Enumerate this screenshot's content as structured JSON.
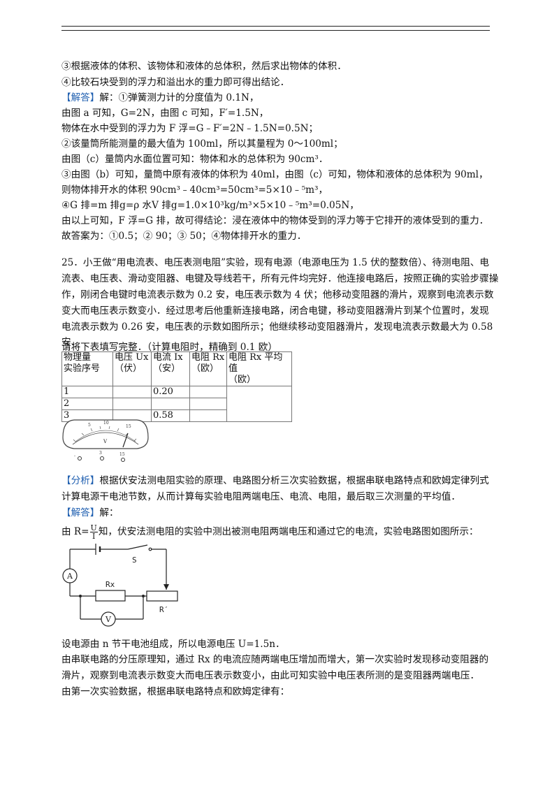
{
  "lines": {
    "l1": "③根据液体的体积、该物体和液体的总体积，然后求出物体的体积．",
    "l2": "④比较石块受到的浮力和溢出水的重力即可得出结论．",
    "l3_tag": "【解答】",
    "l3": "解：①弹簧测力计的分度值为 0.1N，",
    "l4": "由图 a 可知，G=2N，由图 c 可知，F′=1.5N，",
    "l5": "物体在水中受到的浮力为 F 浮=G﹣F′=2N﹣1.5N=0.5N；",
    "l6": "②该量筒所能测量的最大值为 100ml，所以其量程为 0～100ml；",
    "l7": "由图（c）量筒内水面位置可知：物体和水的总体积为 90cm³．",
    "l8": "③由图（b）可知，量筒中原有液体的体积为 40ml，由图（c）可知，物体和液体的总体积为 90ml，",
    "l9": "则物体排开水的体积 90cm³﹣40cm³=50cm³=5×10﹣⁵m³，",
    "l10": "④G 排=m 排g=ρ 水V 排g=1.0×10³kg/m³×5×10﹣⁵m³=0.05N，",
    "l11": "由以上可知，F 浮=G 排，故可得结论：浸在液体中的物体受到的浮力等于它排开的液体受到的重力．",
    "l12": "故答案为：①0.5；② 90；③ 50；④物体排开水的重力．",
    "q1": "25．小王做“用电流表、电压表测电阻”实验，现有电源（电源电压为 1.5 伏的整数倍）、待测电阻、电",
    "q2": "流表、电压表、滑动变阻器、电键及导线若干，所有元件均完好．他连接电路后，按照正确的实验步骤操",
    "q3": "作，刚闭合电键时电流表示数为 0.2 安，电压表示数为 4 伏；他移动变阻器的滑片，观察到电流表示数",
    "q4": "变大而电压表示数变小．经过思考后他重新连接电路，闭合电键，移动变阻器滑片到某个位置时，发现",
    "q5": "电流表示数为 0.26 安，电压表的示数如图所示；他继续移动变阻器滑片，发现电流表示数最大为 0.58",
    "q6": "安．",
    "q7": "请将下表填写完整．（计算电阻时，精确到 0.1 欧）",
    "a1_tag": "【分析】",
    "a1": "根据伏安法测电阻实验的原理、电路图分析三次实验数据，根据串联电路特点和欧姆定律列式",
    "a2": "计算电源干电池节数，从而计算每实验电阻两端电压、电流、电阻，最后取三次测量的平均值．",
    "a3_tag": "【解答】",
    "a3": "解：",
    "a4_pre": "由 R=",
    "a4_num": "U",
    "a4_den": "I",
    "a4_post": "知，伏安法测电阻的实验中测出被测电阻两端电压和通过它的电流，实验电路图如图所示：",
    "b1": "设电源由 n 节干电池组成，所以电源电压 U=1.5n．",
    "b2": "由串联电路的分压原理知，通过 Rx 的电流应随两端电压增加而增大，第一次实验时发现移动变阻器的",
    "b3": "滑片，观察到电流表示数变大而电压表示数变小，由此可知实验中电压表所测的是变阻器两端电压．",
    "b4": "由第一次实验数据，根据串联电路特点和欧姆定律有："
  },
  "table": {
    "h_c1a": "物理量",
    "h_c1b": "实验序号",
    "h_c2a": "电压 Ux",
    "h_c2b": "（伏）",
    "h_c3a": "电流 Ix",
    "h_c3b": "（安）",
    "h_c4a": "电阻 Rx",
    "h_c4b": "（欧）",
    "h_c5a": "电阻 Rx 平均值",
    "h_c5b": "（欧）",
    "rows": [
      {
        "seq": "1",
        "u": "",
        "i": "0.20",
        "r": ""
      },
      {
        "seq": "2",
        "u": "",
        "i": "",
        "r": ""
      },
      {
        "seq": "3",
        "u": "",
        "i": "0.58",
        "r": ""
      }
    ]
  },
  "meter": {
    "scale_labels": [
      "5",
      "10",
      "15"
    ],
    "unit": "V",
    "terminals": [
      "-",
      "3",
      "15"
    ]
  },
  "circuit": {
    "switch_label": "S",
    "ammeter_label": "A",
    "voltmeter_label": "V",
    "resistor_label": "Rx",
    "rheostat_label": "R′"
  }
}
